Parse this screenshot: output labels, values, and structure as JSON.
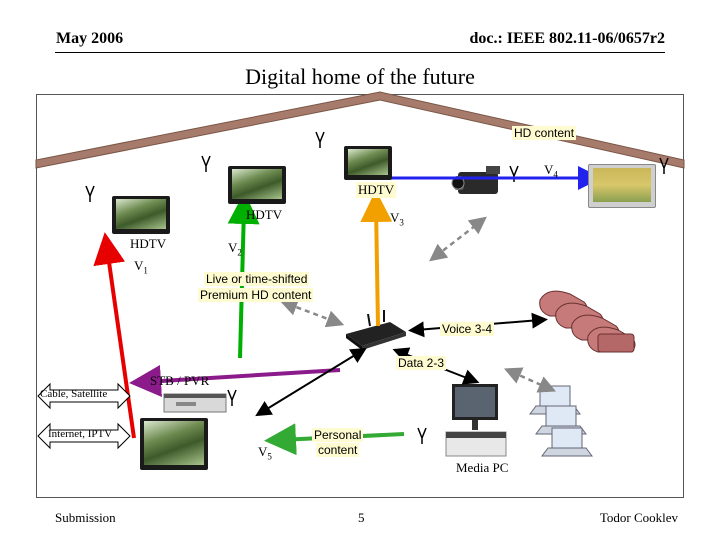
{
  "header": {
    "date": "May 2006",
    "doc": "doc.: IEEE 802.11-06/0657r2"
  },
  "title": "Digital home of the future",
  "labels": {
    "hd_content": "HD content",
    "v4": "V",
    "v4_sub": "4",
    "hdtv_top": "HDTV",
    "hdtv_mid": "HDTV",
    "v3": "V",
    "v3_sub": "3",
    "hdtv_left": "HDTV",
    "v1": "V",
    "v1_sub": "1",
    "v2": "V",
    "v2_sub": "2",
    "live_line1": "Live or time-shifted",
    "live_line2": "Premium HD content",
    "voice": "Voice 3-4",
    "data": "Data 2-3",
    "stb": "STB / PVR",
    "cable": "Cable, Satellite",
    "internet": "Internet, IPTV",
    "v5": "V",
    "v5_sub": "5",
    "personal_line1": "Personal",
    "personal_line2": "content",
    "media_pc": "Media PC"
  },
  "footer": {
    "left": "Submission",
    "page": "5",
    "author": "Todor Cooklev"
  },
  "colors": {
    "roof": "#a67b6b",
    "v1_arrow": "#e60000",
    "v2_arrow": "#00b000",
    "v3_arrow": "#f2a000",
    "v4_arrow": "#2222ee",
    "v5_arrow": "#33aa33",
    "stb_arrow": "#8b1a8b",
    "phone": "#c77a7a"
  }
}
